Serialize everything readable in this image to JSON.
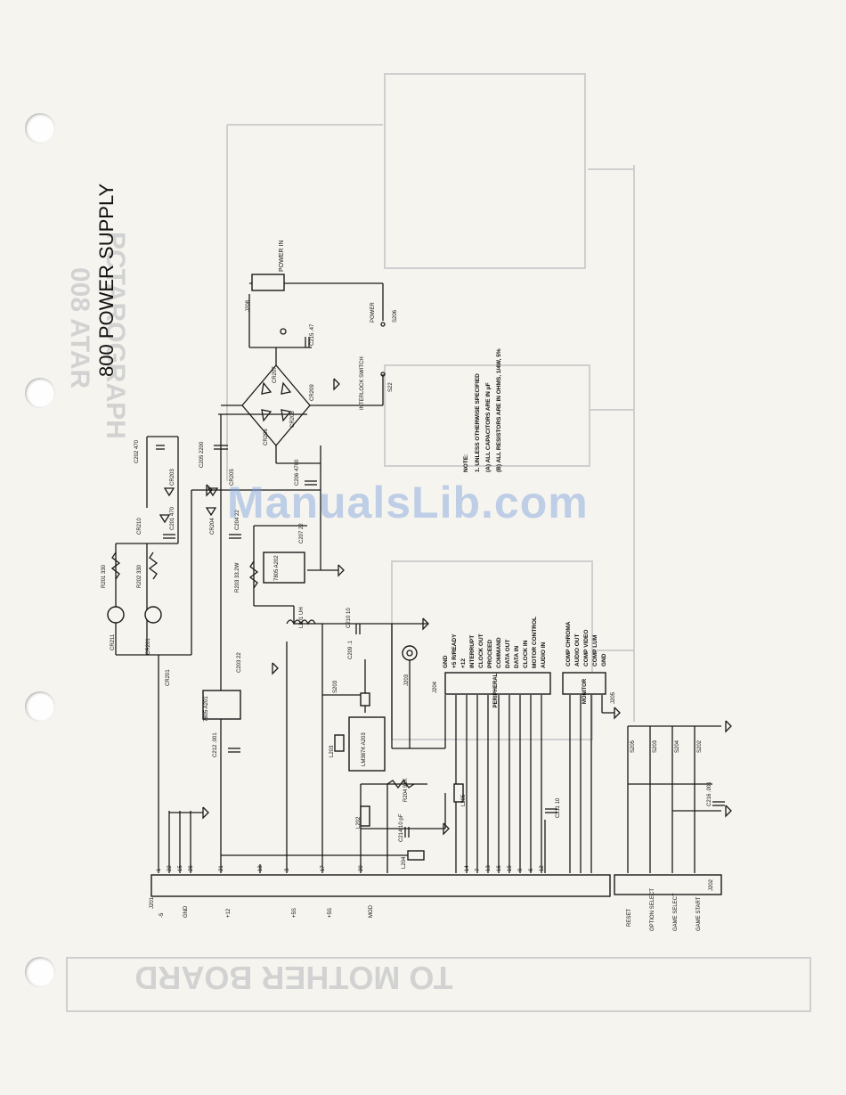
{
  "title": "800 POWER SUPPLY",
  "watermark": "ManualsLib.com",
  "ghost_text": {
    "bottom": "TO MOTHER BOARD",
    "left_1": "PCTAROGRAPH",
    "left_2": "008 ATAR"
  },
  "note": {
    "heading": "NOTE:",
    "line1": "1. UNLESS OTHERWISE SPECIFIED",
    "line2": "(A) ALL CAPACITORS ARE IN μF",
    "line3": "(B) ALL RESISTORS ARE IN OHMS, 1/4W, 5%"
  },
  "power": {
    "power_in": "POWER IN",
    "j208": "J208",
    "power_sw": "POWER",
    "s206": "S206",
    "interlock": "INTERLOCK SWITCH",
    "s22": "S22",
    "c215": "C215 .47"
  },
  "parts": {
    "cr206": "CR206",
    "cr207": "CR207",
    "cr208": "CR208",
    "cr209": "CR209",
    "c202": "C202 470",
    "c203": "C203 22",
    "c205": "C205 2200",
    "c201": "C201 470",
    "c204": "C204 22",
    "c206": "C206 4700",
    "c207": "C207 22",
    "c209": "C209 .1",
    "c210": "C210 10",
    "c211": "C211 10",
    "c212": "C212 .001",
    "c214": "C214 10 pF",
    "c216": "C216 .001",
    "cr203": "CR203",
    "cr204": "CR204",
    "cr205": "CR205",
    "cr210": "CR210",
    "cr211": "CR211",
    "cr201": "CR201",
    "r201": "R201 330",
    "r202": "R202 330",
    "r203": "R203 33.2W",
    "r204": "R204 91K",
    "u201": "7805 A202",
    "u202": "LM387K A203",
    "l201": "L201 UH",
    "l202": "L202",
    "l203": "L203",
    "l204": "L204",
    "l205": "L205",
    "s203": "S203",
    "j203": "J203",
    "a201": "7805 A201"
  },
  "peripheral": {
    "header": "PERIPHERAL",
    "ref": "J204",
    "signals": [
      "GND",
      "+5 R/READY",
      "+12",
      "INTERRUPT",
      "CLOCK OUT",
      "PROCEED",
      "COMMAND",
      "DATA OUT",
      "DATA IN",
      "CLOCK IN",
      "MOTOR CONTROL",
      "AUDIO IN"
    ]
  },
  "monitor": {
    "header": "MONITOR",
    "ref": "J205",
    "signals": [
      "COMP CHROMA",
      "AUDIO OUT",
      "COMP VIDEO",
      "COMP LUM",
      "GND"
    ]
  },
  "connector_j201": {
    "ref": "J201",
    "pins_left": [
      "-5",
      "GND",
      "+12",
      "+5S",
      "+5S",
      "MOD"
    ],
    "pin_numbers": [
      "1",
      "22",
      "15",
      "26",
      "21",
      "18",
      "3",
      "17",
      "20",
      "14",
      "7",
      "13",
      "16",
      "19",
      "9",
      "6",
      "12"
    ]
  },
  "connector_j202": {
    "ref": "J202",
    "labels": [
      "RESET",
      "OPTION SELECT",
      "GAME SELECT",
      "GAME START"
    ],
    "switches": [
      "S205",
      "S203",
      "S204",
      "S202"
    ]
  }
}
